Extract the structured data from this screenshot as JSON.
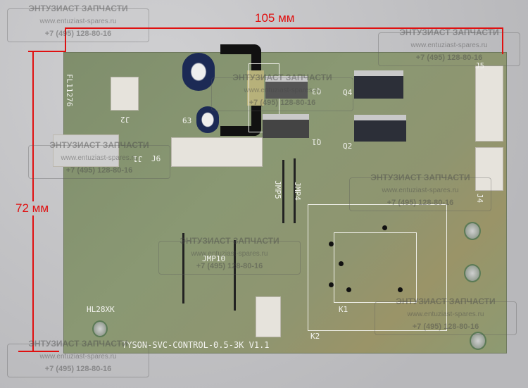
{
  "dimensions": {
    "width": "105 мм",
    "height": "72 мм"
  },
  "watermark": {
    "title": "ЭНТУЗИАСТ ЗАПЧАСТИ",
    "url": "www.entuziast-spares.ru",
    "phone": "+7 (495) 128-80-16"
  },
  "board": {
    "code": "FL11276",
    "model": "TYSON-SVC-CONTROL-0.5-3K",
    "version": "V1.1",
    "marking": "HL28XK",
    "labels": {
      "j2": "J2",
      "j6": "J6",
      "j1": "J1",
      "j4": "J4",
      "j5": "J5",
      "cap": "63",
      "q1": "Q1",
      "q2": "Q2",
      "q3": "Q3",
      "q4": "Q4",
      "jmp4": "JMP4",
      "jmp5": "JMP5",
      "jmp10": "JMP10",
      "k1": "K1",
      "k2": "K2"
    }
  }
}
